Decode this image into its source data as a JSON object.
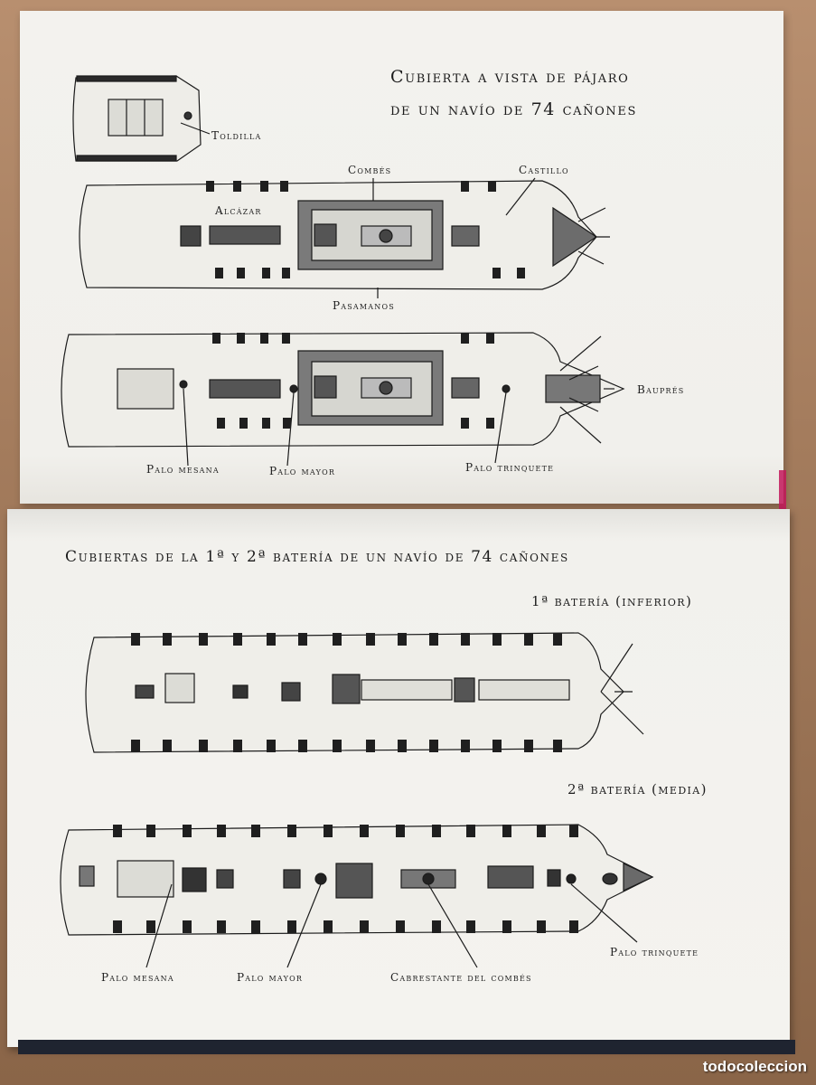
{
  "top_page": {
    "title_line1": "Cubierta a vista de pájaro",
    "title_line2": "de un navío de 74 cañones",
    "labels": {
      "toldilla": "Toldilla",
      "combes": "Combés",
      "castillo": "Castillo",
      "alcazar": "Alcázar",
      "pasamanos": "Pasamanos",
      "baupres": "Bauprés",
      "palo_mesana": "Palo mesana",
      "palo_mayor": "Palo mayor",
      "palo_trinquete": "Palo trinquete"
    }
  },
  "bottom_page": {
    "title": "Cubiertas de la 1ª y 2ª batería de un navío de 74 cañones",
    "battery1": "1ª batería (inferior)",
    "battery2": "2ª batería (media)",
    "labels": {
      "palo_mesana": "Palo mesana",
      "palo_mayor": "Palo mayor",
      "cabrestante": "Cabrestante del combés",
      "palo_trinquete": "Palo trinquete"
    }
  },
  "watermark": "todocoleccion",
  "colors": {
    "ink": "#1b1b1b",
    "paper": "#f4f3ef",
    "ribbon": "#c2185b",
    "cover": "#1f2430"
  }
}
